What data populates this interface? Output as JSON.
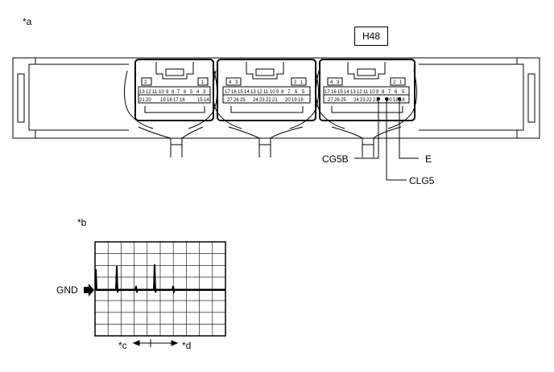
{
  "figure_a": {
    "marker": "*a",
    "connector_id": "H48",
    "connector_1": {
      "row1": [
        "2",
        "1"
      ],
      "row2": [
        "13",
        "12",
        "11",
        "10",
        "9",
        "8",
        "7",
        "6",
        "5",
        "4",
        "3"
      ],
      "row3": [
        "21",
        "20",
        "19",
        "18",
        "17",
        "16",
        "15",
        "14"
      ]
    },
    "connector_2": {
      "row1": [
        "4",
        "3",
        "2",
        "1"
      ],
      "row2": [
        "17",
        "16",
        "15",
        "14",
        "13",
        "12",
        "11",
        "10",
        "9",
        "8",
        "7",
        "6",
        "5"
      ],
      "row3": [
        "27",
        "26",
        "25",
        "24",
        "23",
        "22",
        "21",
        "20",
        "19",
        "18"
      ]
    },
    "connector_3": {
      "row1": [
        "4",
        "3",
        "2",
        "1"
      ],
      "row2": [
        "17",
        "16",
        "15",
        "14",
        "13",
        "12",
        "11",
        "10",
        "9",
        "8",
        "7",
        "6",
        "5"
      ],
      "row3": [
        "27",
        "26",
        "25",
        "24",
        "23",
        "22",
        "21",
        "20",
        "19",
        "18"
      ]
    },
    "terminals": [
      "CG5B",
      "E",
      "CLG5"
    ]
  },
  "figure_b": {
    "marker": "*b",
    "ground_label": "GND",
    "left_marker": "*c",
    "right_marker": "*d"
  }
}
